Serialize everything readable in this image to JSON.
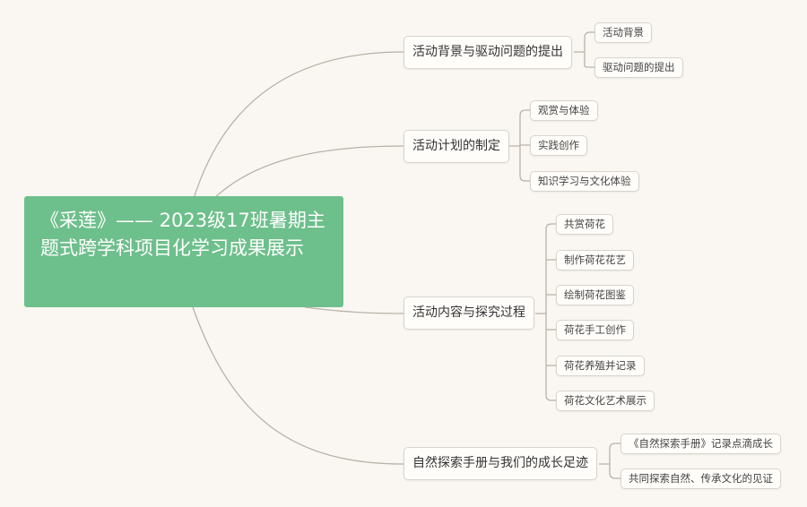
{
  "root": {
    "title": "《采莲》—— 2023级17班暑期主题式跨学科项目化学习成果展示"
  },
  "branches": [
    {
      "label": "活动背景与驱动问题的提出",
      "children": [
        "活动背景",
        "驱动问题的提出"
      ]
    },
    {
      "label": "活动计划的制定",
      "children": [
        "观赏与体验",
        "实践创作",
        "知识学习与文化体验"
      ]
    },
    {
      "label": "活动内容与探究过程",
      "children": [
        "共赏荷花",
        "制作荷花花艺",
        "绘制荷花图鉴",
        "荷花手工创作",
        "荷花养殖并记录",
        "荷花文化艺术展示"
      ]
    },
    {
      "label": "自然探索手册与我们的成长足迹",
      "children": [
        "《自然探索手册》记录点滴成长",
        "共同探索自然、传承文化的见证"
      ]
    }
  ],
  "colors": {
    "root": "#6dbf8b",
    "background": "#faf7f2",
    "line": "#b9b1a7"
  }
}
